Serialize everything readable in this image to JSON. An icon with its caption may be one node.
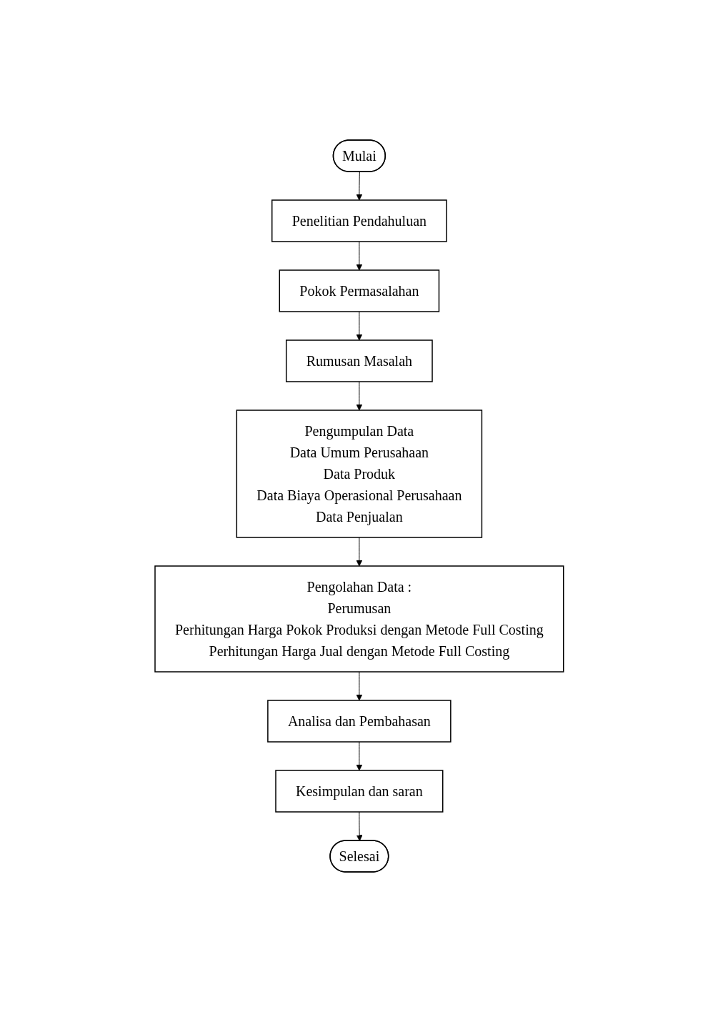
{
  "diagram": {
    "nodes": [
      {
        "text": [
          "Mulai"
        ]
      },
      {
        "text": [
          "Penelitian Pendahuluan"
        ]
      },
      {
        "text": [
          "Pokok Permasalahan"
        ]
      },
      {
        "text": [
          "Rumusan Masalah"
        ]
      },
      {
        "text": [
          "Pengumpulan Data",
          "Data Umum Perusahaan",
          "Data Produk",
          "Data Biaya Operasional Perusahaan",
          "Data Penjualan"
        ]
      },
      {
        "text": [
          "Pengolahan Data :",
          "Perumusan",
          "Perhitungan Harga Pokok Produksi dengan Metode Full Costing",
          "Perhitungan Harga Jual dengan Metode Full Costing"
        ]
      },
      {
        "text": [
          "Analisa dan Pembahasan"
        ]
      },
      {
        "text": [
          "Kesimpulan dan saran"
        ]
      },
      {
        "text": [
          "Selesai"
        ]
      }
    ],
    "edges": [
      {
        "from": 0,
        "to": 1,
        "arrow": "to"
      },
      {
        "from": 1,
        "to": 2,
        "arrow": "to"
      },
      {
        "from": 2,
        "to": 3,
        "arrow": "to"
      },
      {
        "from": 3,
        "to": 4,
        "arrow": "to"
      },
      {
        "from": 4,
        "to": 5,
        "arrow": "to"
      },
      {
        "from": 5,
        "to": 6,
        "arrow": "to"
      },
      {
        "from": 6,
        "to": 7,
        "arrow": "to"
      },
      {
        "from": 7,
        "to": 8,
        "arrow": "to"
      }
    ]
  }
}
